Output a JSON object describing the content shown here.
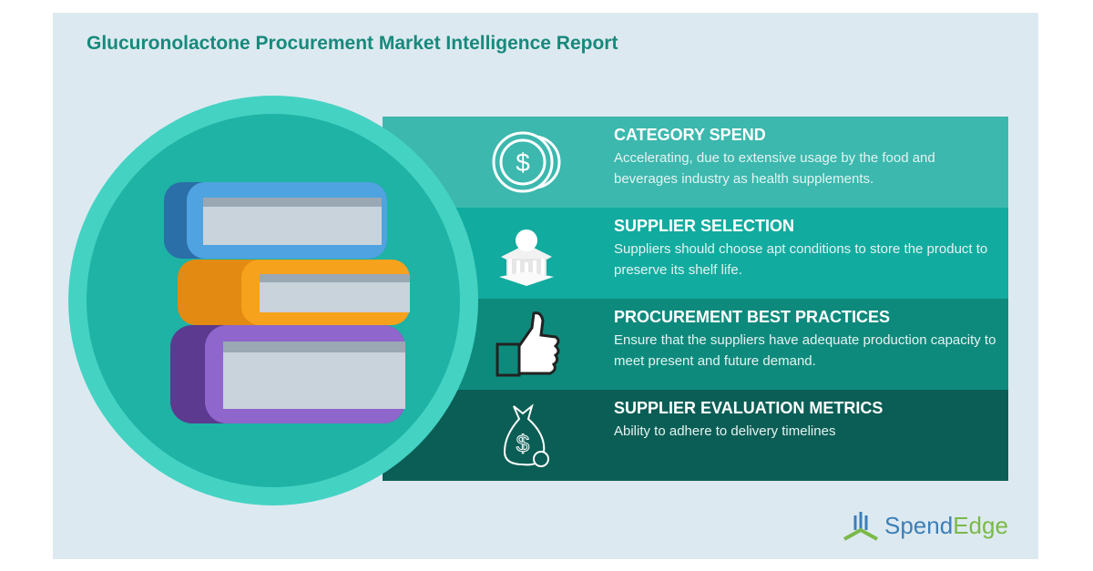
{
  "title": "Glucuronolactone Procurement Market Intelligence Report",
  "sections": [
    {
      "heading": "CATEGORY SPEND",
      "text": "Accelerating, due to extensive usage by the food and beverages industry as health supplements.",
      "icon": "coins-icon"
    },
    {
      "heading": "SUPPLIER SELECTION",
      "text": "Suppliers should choose apt conditions to store the product to preserve its shelf life.",
      "icon": "building-icon"
    },
    {
      "heading": "PROCUREMENT BEST PRACTICES",
      "text": "Ensure that the suppliers have adequate production capacity to meet present and future demand.",
      "icon": "thumbs-up-icon"
    },
    {
      "heading": "SUPPLIER EVALUATION METRICS",
      "text": "Ability to adhere to delivery timelines",
      "icon": "money-bag-icon"
    }
  ],
  "logo": {
    "part1": "Spend",
    "part2": "Edge"
  },
  "colors": {
    "title": "#17897c",
    "band1": "#3cb8ae",
    "band2": "#12ab9f",
    "band3": "#0e8a7c",
    "band4": "#0b5e55"
  }
}
